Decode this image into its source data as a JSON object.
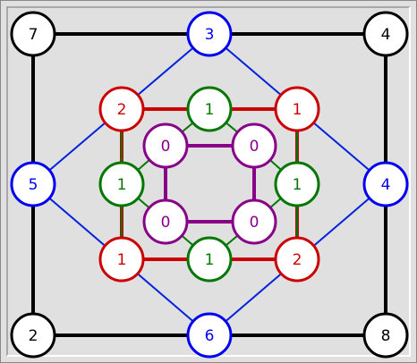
{
  "colors": {
    "background": "#e0e0e0",
    "node_fill": "#ffffff",
    "frame_light": "#ffffff",
    "frame_dark": "#a8a8a8",
    "frame_border": "#888888"
  },
  "rings": [
    {
      "name": "outer",
      "color": "#000000",
      "nodes": [
        {
          "id": "outer-top-left",
          "label": "7"
        },
        {
          "id": "outer-top-right",
          "label": "4"
        },
        {
          "id": "outer-bottom-right",
          "label": "8"
        },
        {
          "id": "outer-bottom-left",
          "label": "2"
        }
      ]
    },
    {
      "name": "blue",
      "color": "#0000ee",
      "nodes": [
        {
          "id": "blue-top",
          "label": "3"
        },
        {
          "id": "blue-right",
          "label": "4"
        },
        {
          "id": "blue-bottom",
          "label": "6"
        },
        {
          "id": "blue-left",
          "label": "5"
        }
      ]
    },
    {
      "name": "red",
      "color": "#cc0000",
      "nodes": [
        {
          "id": "red-top-left",
          "label": "2"
        },
        {
          "id": "red-top-right",
          "label": "1"
        },
        {
          "id": "red-bottom-right",
          "label": "2"
        },
        {
          "id": "red-bottom-left",
          "label": "1"
        }
      ]
    },
    {
      "name": "green",
      "color": "#007700",
      "nodes": [
        {
          "id": "green-top",
          "label": "1"
        },
        {
          "id": "green-right",
          "label": "1"
        },
        {
          "id": "green-bottom",
          "label": "1"
        },
        {
          "id": "green-left",
          "label": "1"
        }
      ]
    },
    {
      "name": "purple",
      "color": "#880088",
      "nodes": [
        {
          "id": "purple-top-left",
          "label": "0"
        },
        {
          "id": "purple-top-right",
          "label": "0"
        },
        {
          "id": "purple-bottom-right",
          "label": "0"
        },
        {
          "id": "purple-bottom-left",
          "label": "0"
        }
      ]
    }
  ]
}
